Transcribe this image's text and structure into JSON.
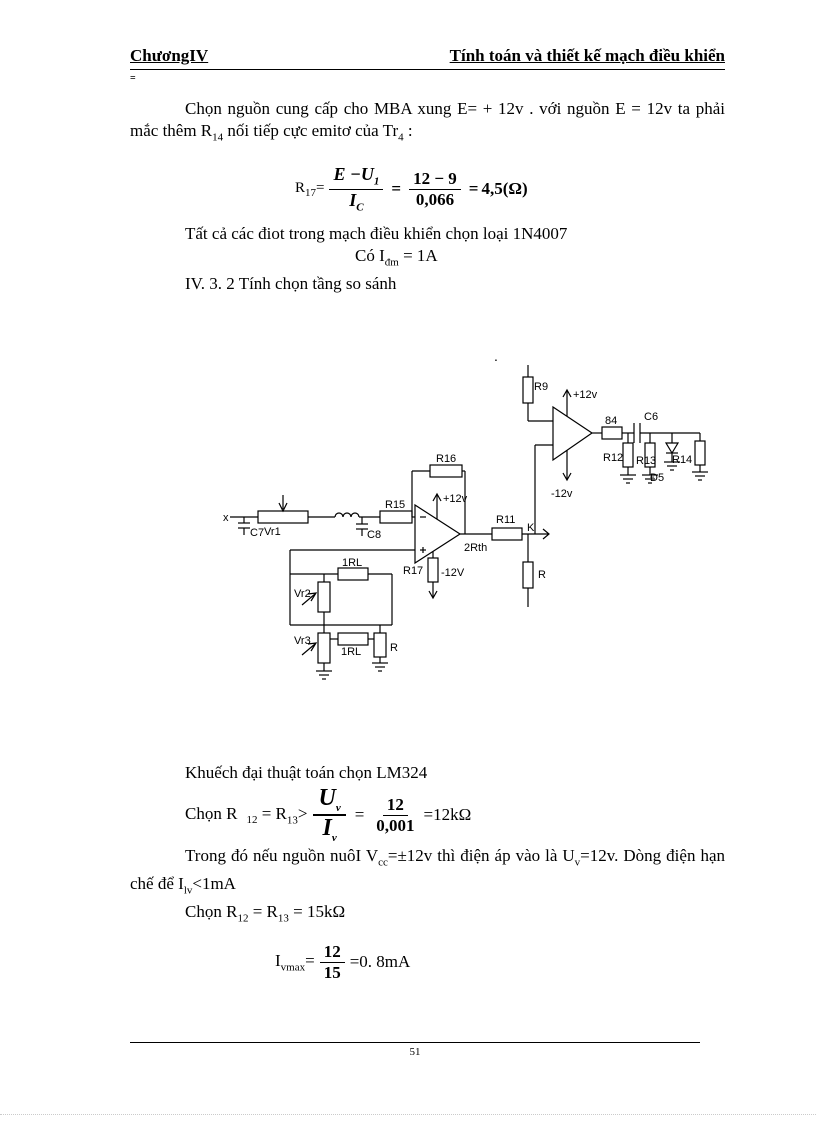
{
  "header": {
    "chapter": "ChươngIV",
    "title": "Tính toán và thiết kế mạch điều khiển",
    "stray_mark": "="
  },
  "para1": {
    "t1": "Chọn nguồn cung cấp cho MBA xung E= + 12v . với nguồn E = 12v ta phải mắc thêm R",
    "sub1": "14",
    "t2": " nối tiếp cực emitơ của Tr",
    "sub2": "4",
    "t3": " :"
  },
  "formula_r17": {
    "lhs": "R",
    "lhs_sub": "17",
    "eq1": "=",
    "f1_num": "E −U",
    "f1_num_sub": "1",
    "f1_den": "I",
    "f1_den_sub": "C",
    "eq2": "=",
    "f2_num": "12 − 9",
    "f2_den": "0,066",
    "eq3": "=",
    "result": "4,5(Ω)"
  },
  "line_diot": "Tất cả các điot trong mạch điều khiển chọn loại 1N4007",
  "line_idm": {
    "t1": "Có I",
    "sub": "đm",
    "t2": " = 1A"
  },
  "heading_iv32": "IV. 3. 2 Tính chọn tầng so sánh",
  "circuit": {
    "dot": ".",
    "r9": "R9",
    "vplus_top": "+12v",
    "vminus_top": "-12v",
    "r4": "84",
    "c6": "C6",
    "r12": "R12",
    "r13": "R13",
    "d5": "Đ5",
    "r14": "R14",
    "r16": "R16",
    "vplus_main": "+12v",
    "r15": "R15",
    "vminus_main": "-12V",
    "r17": "R17",
    "r11": "R11",
    "k": "K",
    "rth": "2Rth",
    "r_mid": "R",
    "x_in": "x",
    "c7": "C7",
    "vr1": "Vr1",
    "c8": "C8",
    "vr2": "Vr2",
    "rl1": "1RL",
    "vr3": "Vr3",
    "rl2": "1RL",
    "r_net": "R"
  },
  "line_lm324": "Khuếch đại thuật toán chọn LM324",
  "formula_chon_r": {
    "lead": "Chọn R",
    "lead_sub": "12",
    "mid": " = R",
    "mid_sub": "13",
    "gt": ">",
    "big_num": "U",
    "big_num_sub": "v",
    "big_den": "I",
    "big_den_sub": "v",
    "eq": "=",
    "f2_num": "12",
    "f2_den": "0,001",
    "result": "=12kΩ"
  },
  "para2": {
    "t1": "Trong đó nếu nguồn nuôI V",
    "sub1": "cc",
    "t2": "=±12v thì điện áp vào là U",
    "sub2": "v",
    "t3": "=12v. Dòng điện hạn chế để I",
    "sub3": "lv",
    "t4": "<1mA"
  },
  "line_chon_r15": {
    "t1": "Chọn R",
    "sub1": "12",
    "t2": " = R",
    "sub2": "13",
    "t3": " = 15kΩ"
  },
  "formula_ivmax": {
    "lhs": "I",
    "lhs_sub": "vmax",
    "eq1": "=",
    "num": "12",
    "den": "15",
    "eq2": "=0. 8mA"
  },
  "footer": {
    "page_number": "51"
  }
}
